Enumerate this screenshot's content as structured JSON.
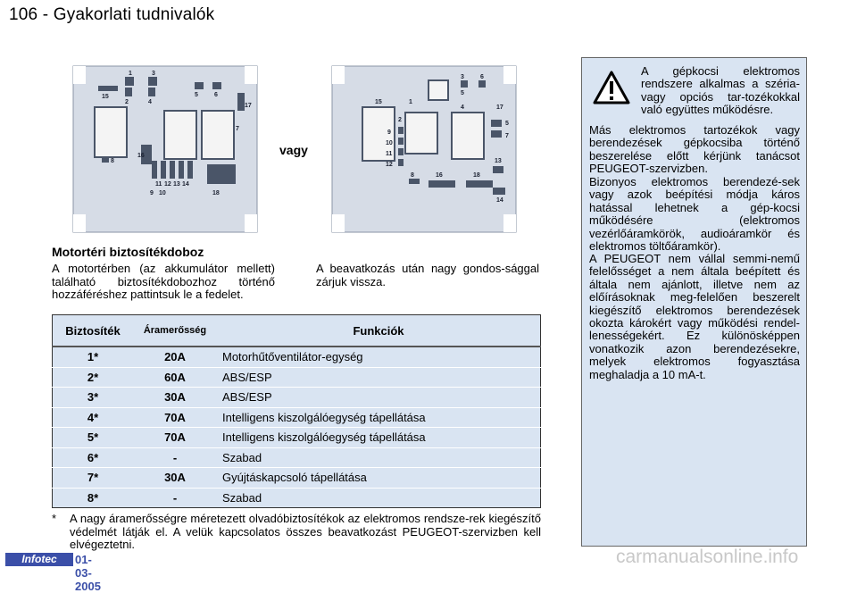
{
  "header": {
    "page_title": "106 - Gyakorlati tudnivalók"
  },
  "diagram_left": {
    "labels": [
      "1",
      "3",
      "15",
      "2",
      "4",
      "5",
      "6",
      "17",
      "7",
      "16",
      "8",
      "11",
      "12",
      "13",
      "14",
      "9",
      "10",
      "18"
    ]
  },
  "diagram_right": {
    "labels": [
      "15",
      "1",
      "2",
      "3",
      "5",
      "6",
      "4",
      "17",
      "5",
      "7",
      "9",
      "10",
      "11",
      "12",
      "8",
      "16",
      "18",
      "13",
      "14"
    ]
  },
  "vagy": "vagy",
  "section": {
    "title": "Motortéri biztosítékdoboz",
    "left_text": "A motortérben (az akkumulátor mellett) található biztosítékdobozhoz történő hozzáféréshez pattintsuk le a fedelet.",
    "right_text": "A beavatkozás után nagy gondos-sággal zárjuk vissza."
  },
  "fuse_table": {
    "headers": [
      "Biztosíték",
      "Áramerősség",
      "Funkciók"
    ],
    "rows": [
      [
        "1*",
        "20A",
        "Motorhűtőventilátor-egység"
      ],
      [
        "2*",
        "60A",
        "ABS/ESP"
      ],
      [
        "3*",
        "30A",
        "ABS/ESP"
      ],
      [
        "4*",
        "70A",
        "Intelligens kiszolgálóegység tápellátása"
      ],
      [
        "5*",
        "70A",
        "Intelligens kiszolgálóegység tápellátása"
      ],
      [
        "6*",
        "-",
        "Szabad"
      ],
      [
        "7*",
        "30A",
        "Gyújtáskapcsoló tápellátása"
      ],
      [
        "8*",
        "-",
        "Szabad"
      ]
    ]
  },
  "footnote": {
    "marker": "*",
    "text": "A nagy áramerősségre méretezett olvadóbiztosítékok az elektromos rendsze-rek kiegészítő védelmét látják el. A velük kapcsolatos összes beavatkozást PEUGEOT-szervizben kell elvégeztetni."
  },
  "warning": {
    "icon": "warning-triangle-icon",
    "first": "A gépkocsi elektromos rendszere alkalmas a széria- vagy opciós tar-tozékokkal való együttes működésre.",
    "p1": "Más elektromos tartozékok vagy berendezések gépkocsiba történő beszerelése előtt kérjünk tanácsot PEUGEOT-szervizben.",
    "p2": "Bizonyos elektromos berendezé-sek vagy azok beépítési módja káros hatással lehetnek a gép-kocsi működésére (elektromos vezérlőáramkörök, audioáramkör és elektromos töltőáramkör).",
    "p3": "A PEUGEOT nem vállal semmi-nemű felelősséget a nem általa beépített és általa nem ajánlott, illetve nem az előírásoknak meg-felelően beszerelt kiegészítő elektromos berendezések okozta károkért vagy működési rendel-lenességekért. Ez különösképpen vonatkozik azon berendezésekre, melyek elektromos fogyasztása meghaladja a 10 mA-t."
  },
  "footer": {
    "logo": "Infotec",
    "date": "01-03-2005"
  },
  "watermark": "carmanualsonline.info",
  "colors": {
    "table_bg": "#d9e4f2",
    "logo_blue": "#3b4fa8"
  }
}
